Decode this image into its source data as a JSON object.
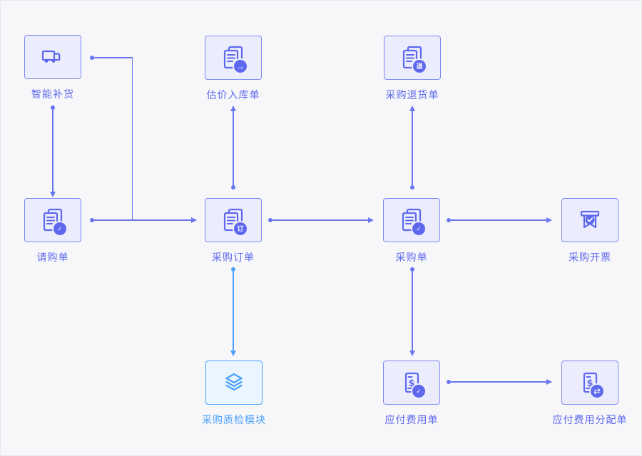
{
  "colors": {
    "background": "#f7f7f9",
    "node_fill": "#ecedfc",
    "node_border": "#7e89f0",
    "accent_purple": "#5d68ee",
    "edge_purple": "#6a76f0",
    "accent_blue": "#4aa1fd",
    "blue_fill": "#eaf5ff"
  },
  "flow": {
    "nodes": {
      "smart_replenishment": {
        "label": "智能补货",
        "icon": "truck-icon"
      },
      "estimated_inbound_order": {
        "label": "估价入库单",
        "icon": "document-icon",
        "badge": "→"
      },
      "purchase_return_order": {
        "label": "采购退货单",
        "icon": "document-icon",
        "badge": "退"
      },
      "purchase_requisition": {
        "label": "请购单",
        "icon": "document-icon",
        "badge": "✓"
      },
      "purchase_order": {
        "label": "采购订单",
        "icon": "document-icon",
        "badge": "订"
      },
      "purchase": {
        "label": "采购单",
        "icon": "document-icon",
        "badge": "✓"
      },
      "purchase_invoicing": {
        "label": "采购开票",
        "icon": "invoice-ticket-icon"
      },
      "purchase_quality_module": {
        "label": "采购质检模块",
        "icon": "layers-icon"
      },
      "payable_expense_order": {
        "label": "应付费用单",
        "icon": "money-document-icon",
        "badge": "✓"
      },
      "payable_expense_allocation": {
        "label": "应付费用分配单",
        "icon": "money-document-icon",
        "badge": "⇄"
      }
    }
  }
}
